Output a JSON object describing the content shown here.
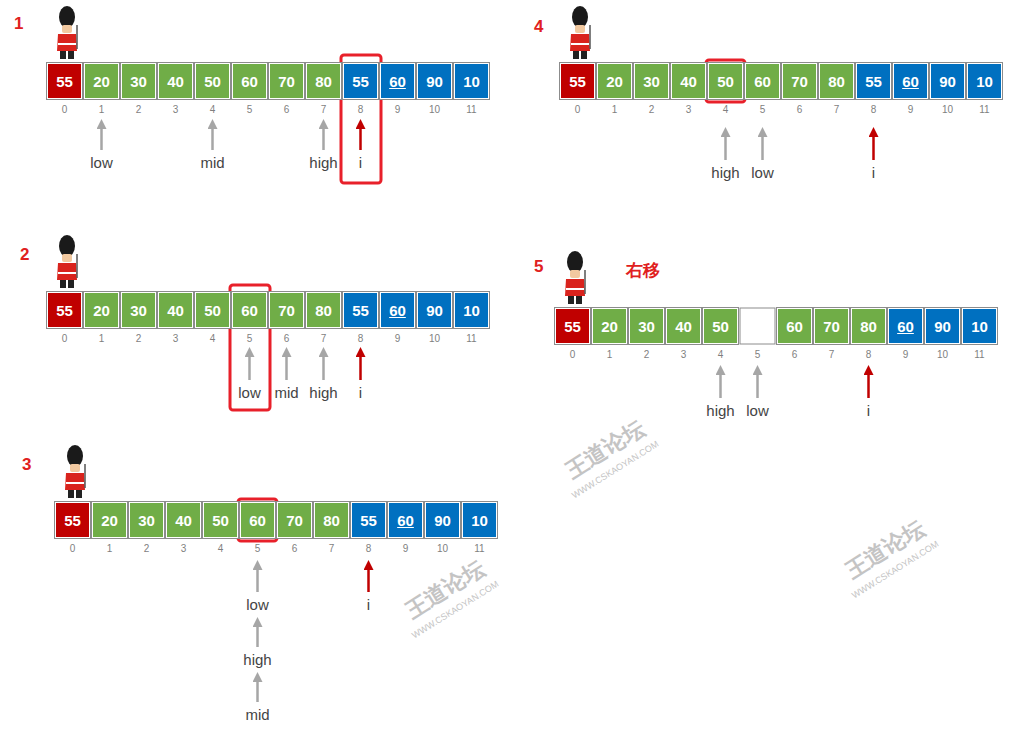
{
  "diagram": {
    "nodes": [
      {
        "text": [
          "55"
        ]
      },
      {
        "text": [
          "20"
        ]
      },
      {
        "text": [
          "30"
        ]
      },
      {
        "text": [
          "40"
        ]
      },
      {
        "text": [
          "50"
        ]
      },
      {
        "text": [
          "60"
        ]
      },
      {
        "text": [
          "70"
        ]
      },
      {
        "text": [
          "80"
        ]
      },
      {
        "text": [
          "55"
        ]
      },
      {
        "text": [
          "60"
        ]
      },
      {
        "text": [
          "90"
        ]
      },
      {
        "text": [
          "10"
        ]
      },
      {
        "text": [
          "55"
        ]
      },
      {
        "text": [
          "20"
        ]
      },
      {
        "text": [
          "30"
        ]
      },
      {
        "text": [
          "40"
        ]
      },
      {
        "text": [
          "50"
        ]
      },
      {
        "text": [
          "60"
        ]
      },
      {
        "text": [
          "70"
        ]
      },
      {
        "text": [
          "80"
        ]
      },
      {
        "text": [
          "55"
        ]
      },
      {
        "text": [
          "60"
        ]
      },
      {
        "text": [
          "90"
        ]
      },
      {
        "text": [
          "10"
        ]
      },
      {
        "text": [
          "55"
        ]
      },
      {
        "text": [
          "20"
        ]
      },
      {
        "text": [
          "30"
        ]
      },
      {
        "text": [
          "40"
        ]
      },
      {
        "text": [
          "50"
        ]
      },
      {
        "text": [
          "60"
        ]
      },
      {
        "text": [
          "70"
        ]
      },
      {
        "text": [
          "80"
        ]
      },
      {
        "text": [
          "55"
        ]
      },
      {
        "text": [
          "60"
        ]
      },
      {
        "text": [
          "90"
        ]
      },
      {
        "text": [
          "10"
        ]
      },
      {
        "text": [
          "55"
        ]
      },
      {
        "text": [
          "20"
        ]
      },
      {
        "text": [
          "30"
        ]
      },
      {
        "text": [
          "40"
        ]
      },
      {
        "text": [
          "50"
        ]
      },
      {
        "text": [
          "60"
        ]
      },
      {
        "text": [
          "70"
        ]
      },
      {
        "text": [
          "80"
        ]
      },
      {
        "text": [
          "55"
        ]
      },
      {
        "text": [
          "60"
        ]
      },
      {
        "text": [
          "90"
        ]
      },
      {
        "text": [
          "10"
        ]
      },
      {
        "text": [
          "55"
        ]
      },
      {
        "text": [
          "20"
        ]
      },
      {
        "text": [
          "30"
        ]
      },
      {
        "text": [
          "40"
        ]
      },
      {
        "text": [
          "50"
        ]
      },
      {
        "text": [
          "60"
        ]
      },
      {
        "text": [
          "70"
        ]
      },
      {
        "text": [
          "80"
        ]
      },
      {
        "text": [
          "60"
        ]
      },
      {
        "text": [
          "90"
        ]
      },
      {
        "text": [
          "10"
        ]
      }
    ],
    "labels": [
      "1",
      "0",
      "1",
      "2",
      "3",
      "4",
      "5",
      "6",
      "7",
      "8",
      "9",
      "10",
      "11",
      "low",
      "mid",
      "high",
      "i",
      "2",
      "0",
      "1",
      "2",
      "3",
      "4",
      "5",
      "6",
      "7",
      "8",
      "9",
      "10",
      "11",
      "low",
      "mid",
      "high",
      "i",
      "3",
      "0",
      "1",
      "2",
      "3",
      "4",
      "5",
      "6",
      "7",
      "8",
      "9",
      "10",
      "11",
      "low",
      "high",
      "mid",
      "i",
      "4",
      "0",
      "1",
      "2",
      "3",
      "4",
      "5",
      "6",
      "7",
      "8",
      "9",
      "10",
      "11",
      "high",
      "low",
      "i",
      "5",
      "右移",
      "0",
      "1",
      "2",
      "3",
      "4",
      "5",
      "6",
      "7",
      "8",
      "9",
      "10",
      "11",
      "high",
      "low",
      "i",
      "王道论坛",
      "WWW.CSKAOYAN.COM",
      "王道论坛",
      "WWW.CSKAOYAN.COM",
      "王道论坛",
      "WWW.CSKAOYAN.COM"
    ]
  }
}
